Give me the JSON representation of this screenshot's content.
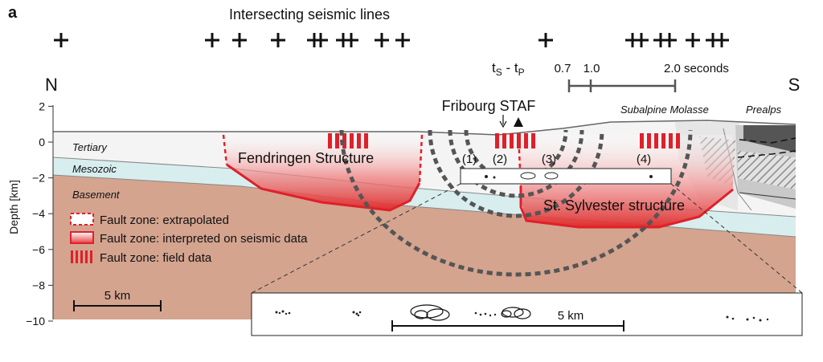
{
  "panel_label": "a",
  "header": {
    "title": "Intersecting seismic lines",
    "marker_count": 19
  },
  "directions": {
    "north": "N",
    "south": "S"
  },
  "depth_axis": {
    "label": "Depth [km]",
    "ticks": [
      "2",
      "0",
      "−2",
      "−4",
      "−6",
      "−8",
      "−10"
    ],
    "values": [
      2,
      0,
      -2,
      -4,
      -6,
      -8,
      -10
    ]
  },
  "timescale": {
    "label_ts": "t",
    "sub_s": "S",
    "label_mid": " - t",
    "sub_p": "P",
    "tick_07": "0.7",
    "tick_10": "1.0",
    "tick_20": "2.0 seconds"
  },
  "station": {
    "label": "Fribourg STAF"
  },
  "units": {
    "tertiary": "Tertiary",
    "mesozoic": "Mesozoic",
    "basement": "Basement",
    "subalpine_molasse": "Subalpine Molasse",
    "prealps": "Prealps"
  },
  "structures": {
    "fendringen": "Fendringen Structure",
    "st_sylvester": "St. Sylvester structure"
  },
  "fault_numbers": [
    "(1)",
    "(2)",
    "(3)",
    "(4)"
  ],
  "legend": [
    {
      "key": "extrapolated",
      "label": "Fault zone: extrapolated"
    },
    {
      "key": "interpreted",
      "label": "Fault zone: interpreted on seismic data"
    },
    {
      "key": "field",
      "label": "Fault zone: field data"
    }
  ],
  "scalebars": {
    "main": "5 km",
    "inset": "5 km"
  },
  "colors": {
    "basement": "#d4a48f",
    "mesozoic": "#d8eeee",
    "tertiary": "#f3f3f3",
    "fault_red": "#e0202a",
    "prealps_dark": "#5a5a5a"
  }
}
